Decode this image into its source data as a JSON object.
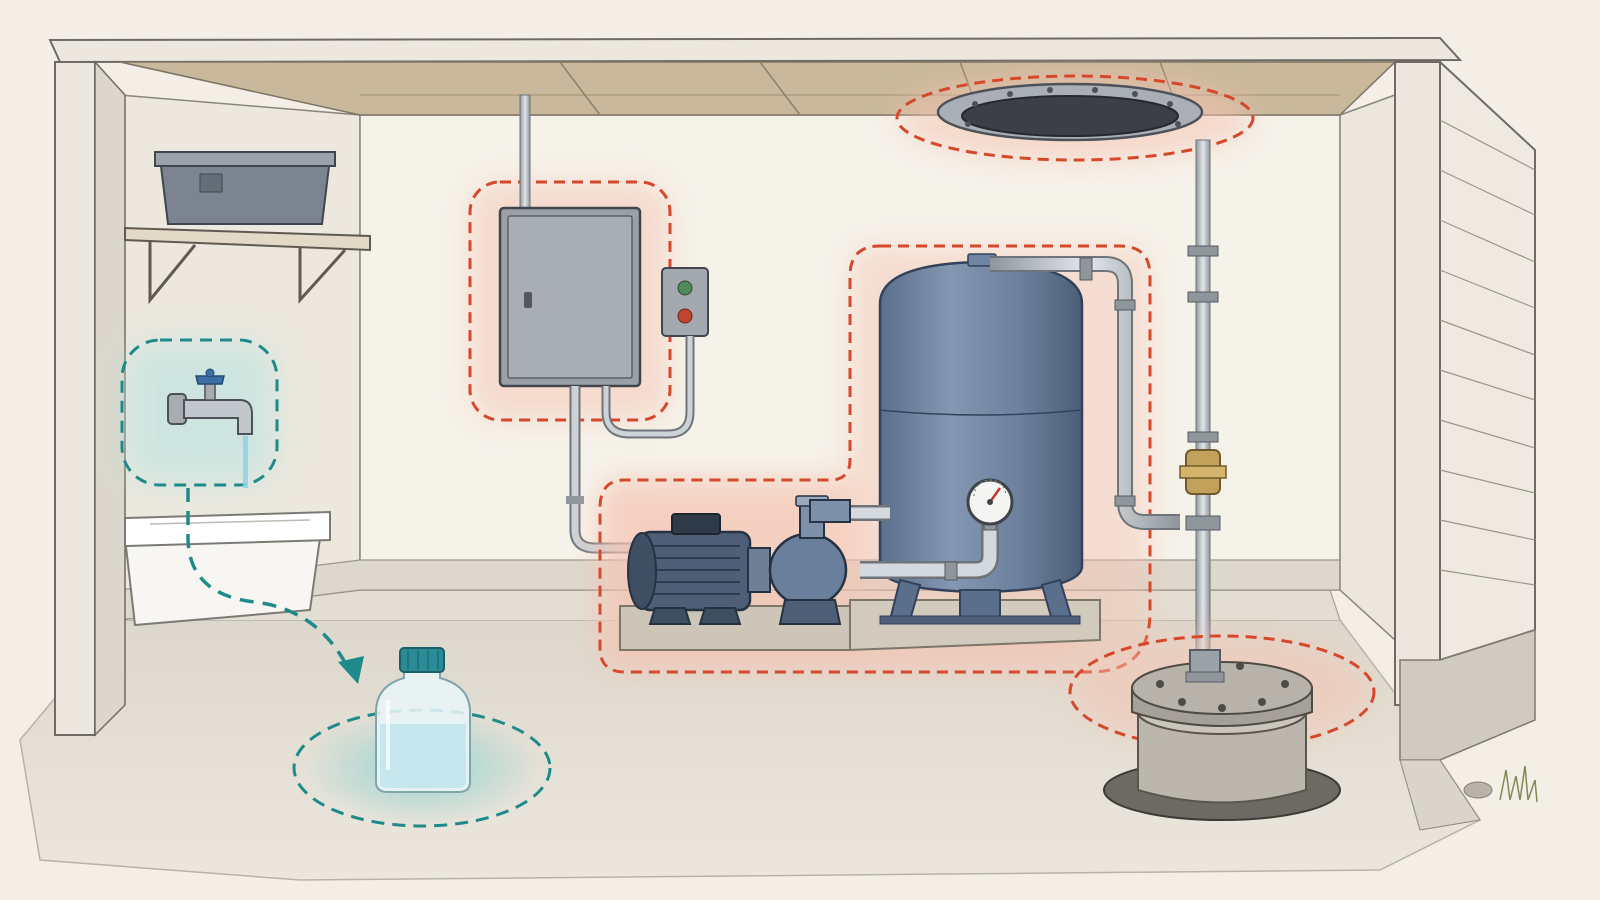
{
  "colors": {
    "paper": "#f3efe6",
    "wall": "#f4f1e8",
    "wood": "#ece7dc",
    "wood_line": "#7d7a73",
    "concrete": "#d7d3c8",
    "steel_blue": "#6f85a3",
    "steel_blue_dark": "#3e4e63",
    "pipe": "#b9bec3",
    "panel_gray": "#8f959b",
    "brass": "#c2a15a",
    "hazard_line": "#d6482c",
    "hazard_glow": "#f4b8a2",
    "safe_line": "#1f8a8a",
    "safe_glow": "#9ed8d6",
    "bottle_cap": "#2a8a96"
  },
  "highlights": [
    {
      "name": "ceiling-hatch",
      "kind": "hazard"
    },
    {
      "name": "electrical-panel",
      "kind": "hazard"
    },
    {
      "name": "pressure-tank",
      "kind": "hazard"
    },
    {
      "name": "pump-motor",
      "kind": "hazard"
    },
    {
      "name": "wellhead",
      "kind": "hazard"
    },
    {
      "name": "faucet",
      "kind": "safe"
    },
    {
      "name": "sample-bottle",
      "kind": "safe"
    }
  ],
  "flow_arrow": {
    "from": "faucet",
    "to": "sample-bottle",
    "style": "dashed"
  },
  "icons": [
    "storage-bin-icon",
    "wall-shelf-icon",
    "faucet-icon",
    "utility-sink-icon",
    "sample-bottle-icon",
    "electrical-panel-icon",
    "control-switch-icon",
    "pump-motor-icon",
    "pressure-tank-icon",
    "pressure-gauge-icon",
    "brass-valve-icon",
    "ceiling-hatch-icon",
    "wellhead-icon"
  ]
}
